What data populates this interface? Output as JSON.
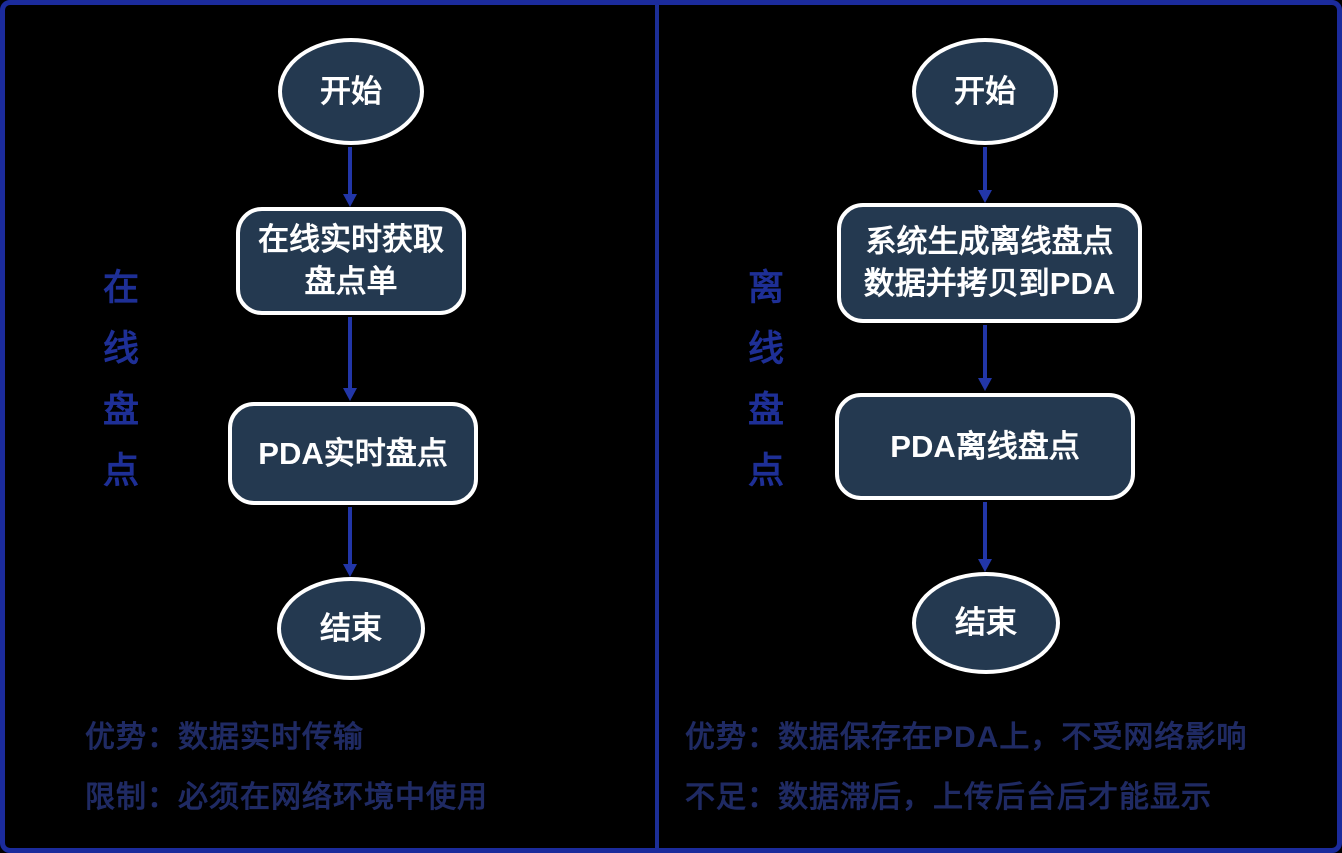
{
  "colors": {
    "background": "#000000",
    "frame": "#1b2b9c",
    "divider": "#1c2e97",
    "arrow": "#2236a8",
    "node_fill": "#243950",
    "node_border": "#ffffff",
    "node_text": "#ffffff",
    "side_label": "#1e2f96",
    "note_text": "#1f2a63"
  },
  "panels": [
    {
      "side_label": "在线盘点",
      "nodes": [
        {
          "type": "ellipse",
          "label": "开始"
        },
        {
          "type": "rect",
          "label": "在线实时获取\n盘点单"
        },
        {
          "type": "rect",
          "label": "PDA实时盘点"
        },
        {
          "type": "ellipse",
          "label": "结束"
        }
      ],
      "notes": [
        "优势：数据实时传输",
        "限制：必须在网络环境中使用"
      ]
    },
    {
      "side_label": "离线盘点",
      "nodes": [
        {
          "type": "ellipse",
          "label": "开始"
        },
        {
          "type": "rect",
          "label": "系统生成离线盘点\n数据并拷贝到PDA"
        },
        {
          "type": "rect",
          "label": "PDA离线盘点"
        },
        {
          "type": "ellipse",
          "label": "结束"
        }
      ],
      "notes": [
        "优势：数据保存在PDA上，不受网络影响",
        "不足：数据滞后，上传后台后才能显示"
      ]
    }
  ]
}
